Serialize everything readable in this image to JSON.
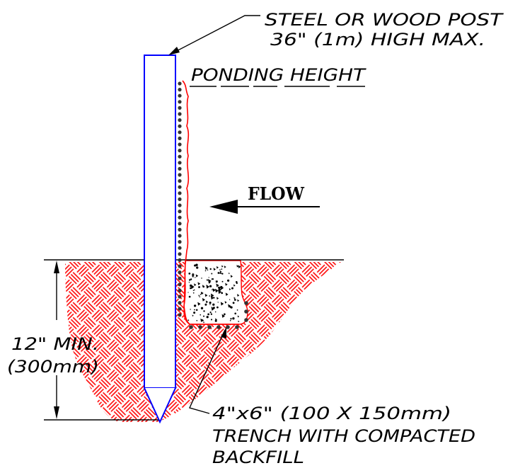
{
  "labels": {
    "post_line1": "STEEL OR WOOD POST",
    "post_line2": "36\" (1m) HIGH MAX.",
    "ponding": "PONDING HEIGHT",
    "flow": "FLOW",
    "depth_line1": "12\" MIN.",
    "depth_line2": "(300mm)",
    "trench_line1": "4\"x6\" (100 X 150mm)",
    "trench_line2": "TRENCH WITH COMPACTED",
    "trench_line3": "BACKFILL"
  },
  "colors": {
    "post": "#0000ff",
    "soil_hatch": "#ff0000",
    "fabric": "#ff0000",
    "lines": "#000000",
    "background": "#ffffff"
  }
}
